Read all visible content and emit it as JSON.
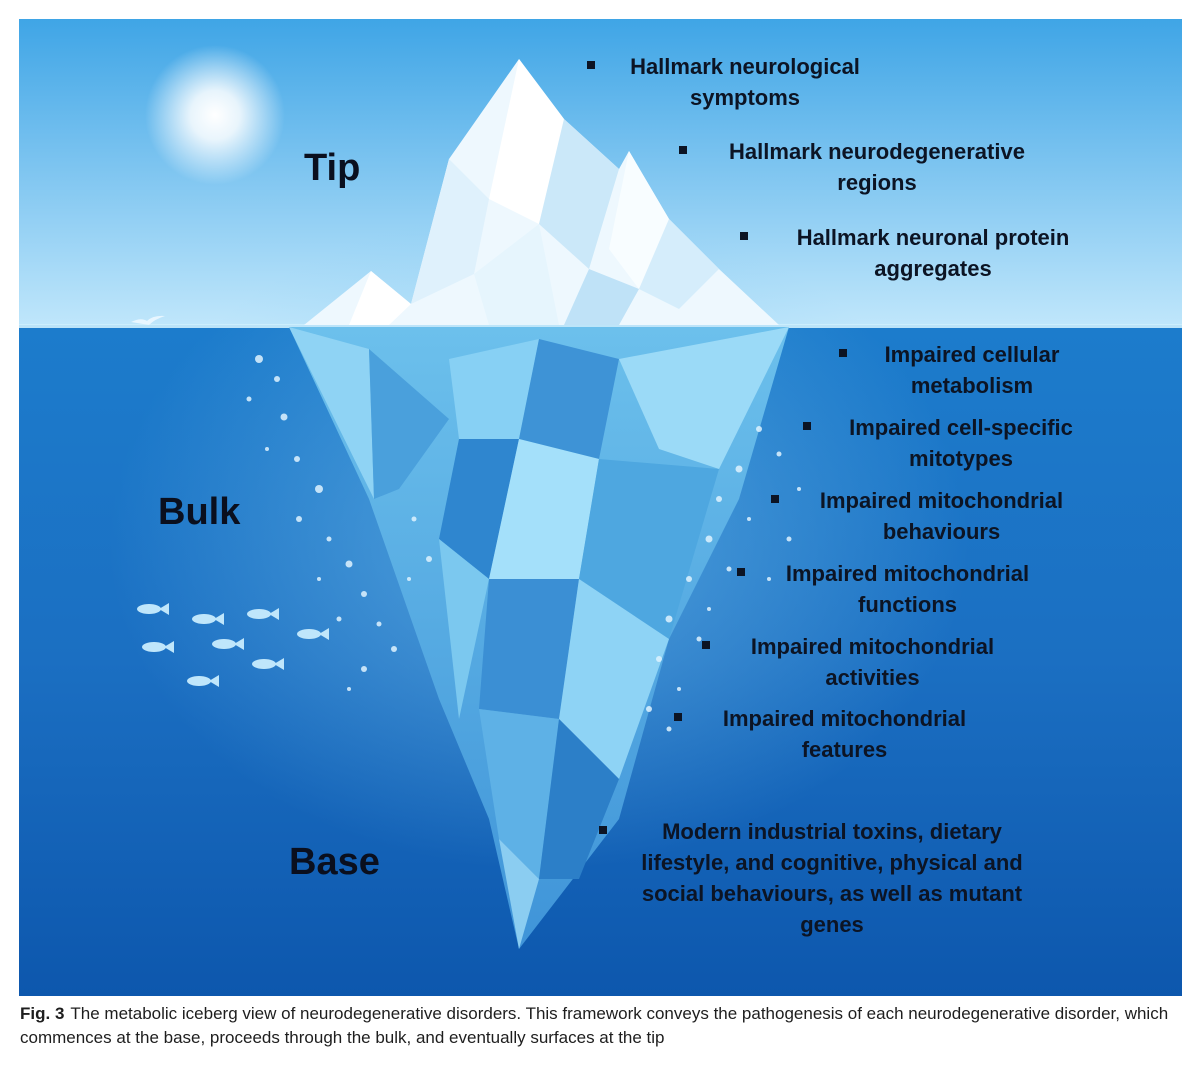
{
  "zones": {
    "tip": "Tip",
    "bulk": "Bulk",
    "base": "Base"
  },
  "tip_items": [
    "Hallmark neurological symptoms",
    "Hallmark neurodegenerative regions",
    "Hallmark neuronal protein aggregates"
  ],
  "bulk_items": [
    "Impaired cellular metabolism",
    "Impaired cell-specific mitotypes",
    "Impaired mitochondrial behaviours",
    "Impaired mitochondrial functions",
    "Impaired mitochondrial activities",
    "Impaired mitochondrial features"
  ],
  "base_items": [
    "Modern industrial toxins, dietary lifestyle, and cognitive, physical and social behaviours, as well as mutant genes"
  ],
  "caption": {
    "label": "Fig. 3",
    "text": "The metabolic iceberg view of neurodegenerative disorders. This framework conveys the pathogenesis of each neurodegenerative disorder, which commences at the base, proceeds through the bulk, and eventually surfaces at the tip"
  },
  "colors": {
    "sky_top": "#3fa5e6",
    "sky_bottom": "#bfe6fb",
    "water_top": "#1c7ccc",
    "water_bottom": "#0d57ad",
    "ice_above": "#f2fbff",
    "ice_below": "#5fb6e8"
  }
}
